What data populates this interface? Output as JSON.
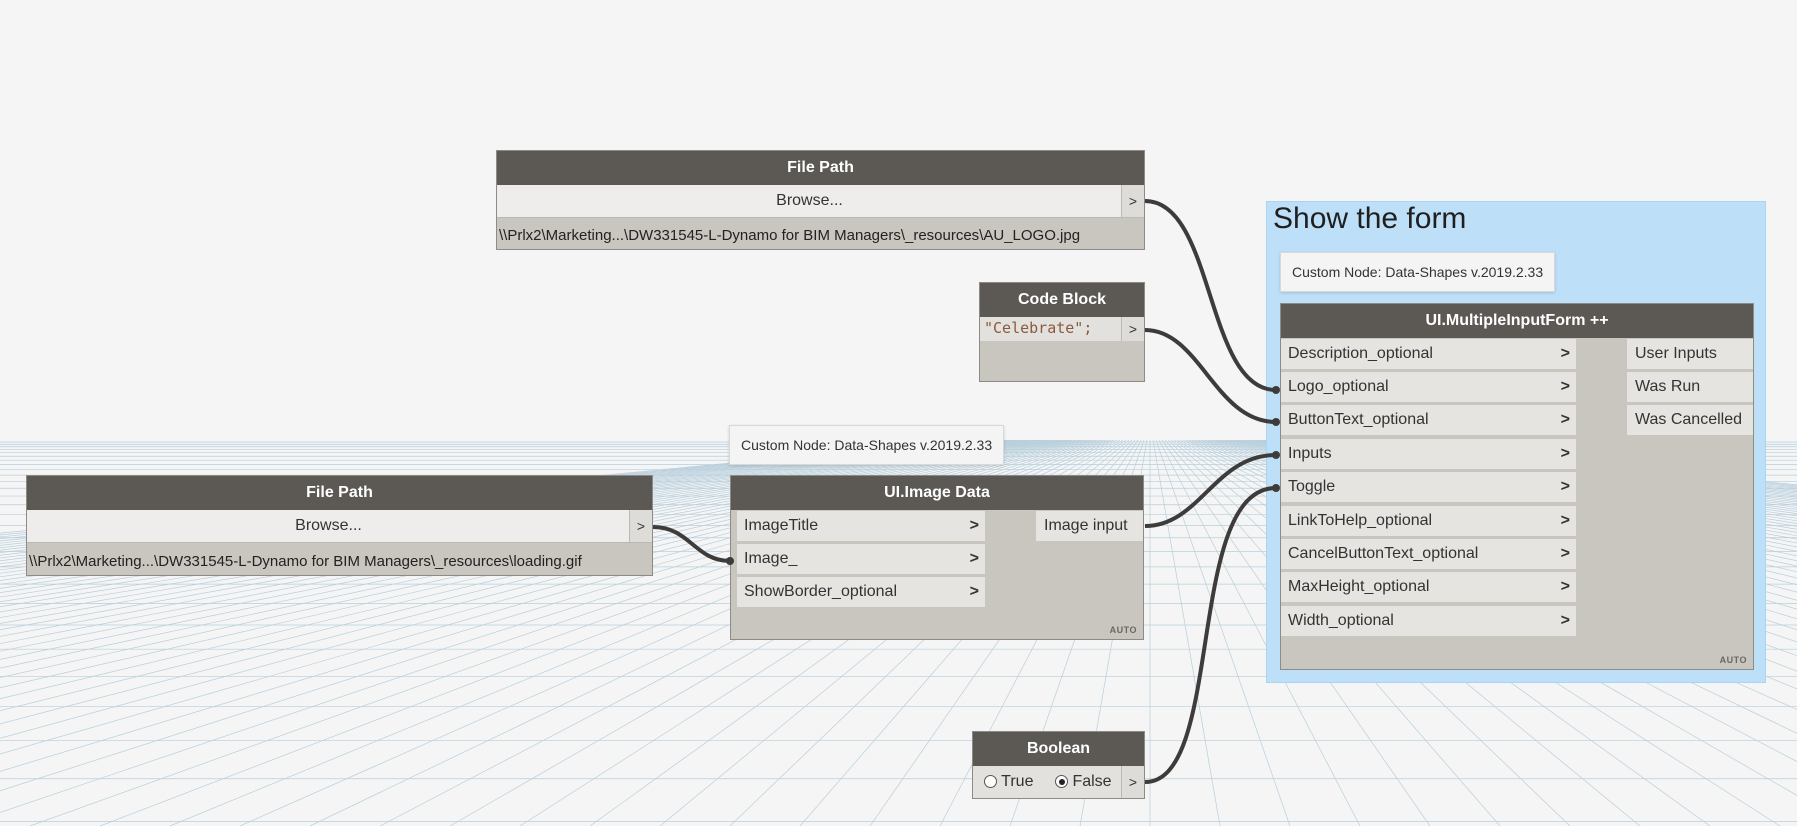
{
  "group": {
    "title": "Show the form",
    "color": "#bde0f8"
  },
  "tooltips": {
    "multi_form": "Custom Node: Data-Shapes v.2019.2.33",
    "image_data": "Custom Node: Data-Shapes v.2019.2.33"
  },
  "file_path_1": {
    "title": "File Path",
    "browse_label": "Browse...",
    "output_arrow": ">",
    "value": "\\\\Prlx2\\Marketing...\\DW331545-L-Dynamo for BIM Managers\\_resources\\AU_LOGO.jpg"
  },
  "file_path_2": {
    "title": "File Path",
    "browse_label": "Browse...",
    "output_arrow": ">",
    "value": "\\\\Prlx2\\Marketing...\\DW331545-L-Dynamo for BIM Managers\\_resources\\loading.gif"
  },
  "code_block": {
    "title": "Code Block",
    "code": "\"Celebrate\";",
    "output_arrow": ">"
  },
  "image_data_node": {
    "title": "UI.Image Data",
    "inputs": [
      "ImageTitle",
      "Image_",
      "ShowBorder_optional"
    ],
    "outputs": [
      "Image input"
    ],
    "lacing": "AUTO"
  },
  "multi_form_node": {
    "title": "UI.MultipleInputForm ++",
    "inputs": [
      "Description_optional",
      "Logo_optional",
      "ButtonText_optional",
      "Inputs",
      "Toggle",
      "LinkToHelp_optional",
      "CancelButtonText_optional",
      "MaxHeight_optional",
      "Width_optional"
    ],
    "outputs": [
      "User Inputs",
      "Was Run",
      "Was Cancelled"
    ],
    "lacing": "AUTO"
  },
  "boolean_node": {
    "title": "Boolean",
    "true_label": "True",
    "false_label": "False",
    "selected": "False",
    "output_arrow": ">"
  },
  "port_arrow": ">"
}
